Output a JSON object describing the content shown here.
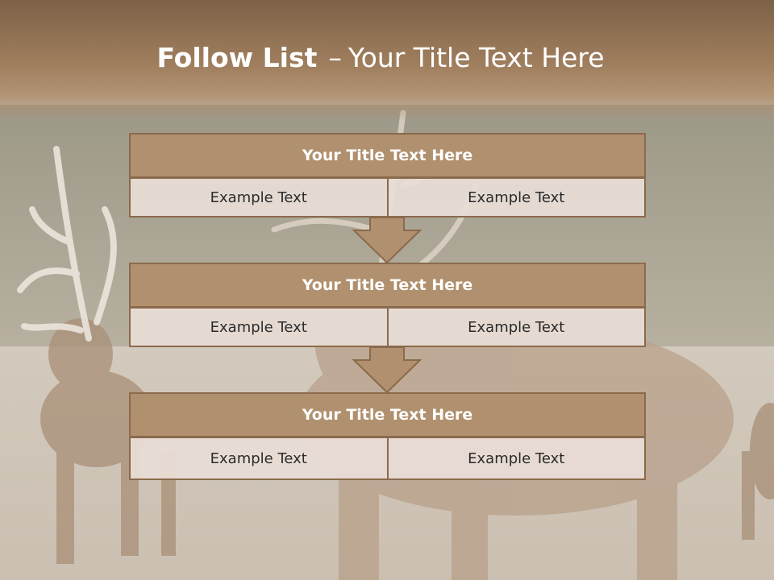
{
  "slide": {
    "title_bold": "Follow List",
    "title_sep": "–",
    "title_rest": "Your Title Text Here"
  },
  "steps": [
    {
      "title": "Your Title Text Here",
      "left": "Example Text",
      "right": "Example Text"
    },
    {
      "title": "Your Title Text Here",
      "left": "Example Text",
      "right": "Example Text"
    },
    {
      "title": "Your Title Text Here",
      "left": "Example Text",
      "right": "Example Text"
    }
  ],
  "colors": {
    "header": "#a07f5e",
    "box_title": "#b0906e",
    "border": "#8a6a4c",
    "cell": "#e8ded6"
  }
}
